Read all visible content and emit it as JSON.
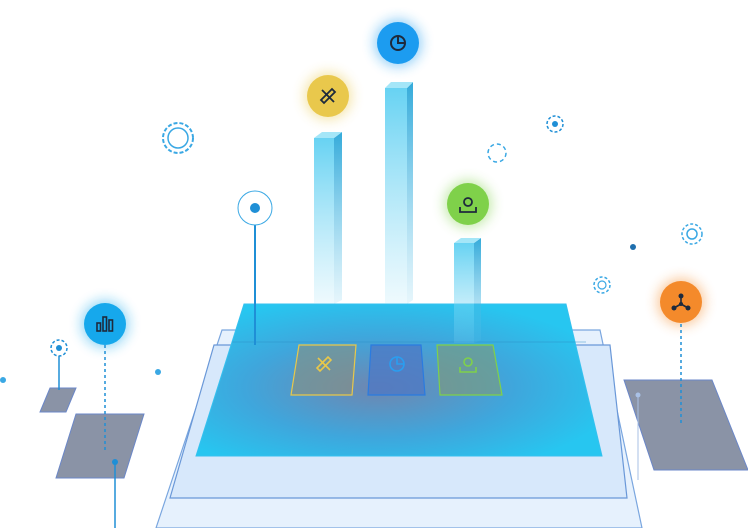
{
  "scene": {
    "colors": {
      "platform_blue": "#1ea7e6",
      "bar_blue": "#4cc3ea",
      "pie_badge": "#1c9cf0",
      "pen_badge": "#e9c84c",
      "map_badge": "#7fd14a",
      "chart_badge": "#16a8ec",
      "network_badge": "#f48a2b",
      "slate_tile": "#8a93a6",
      "icon_dark": "#1e2a3c"
    },
    "badges": [
      {
        "id": "pie",
        "icon": "pie-chart-icon"
      },
      {
        "id": "pen",
        "icon": "pencil-ruler-icon"
      },
      {
        "id": "map",
        "icon": "map-pin-icon"
      },
      {
        "id": "chart",
        "icon": "bar-chart-icon"
      },
      {
        "id": "network",
        "icon": "network-icon"
      }
    ]
  }
}
